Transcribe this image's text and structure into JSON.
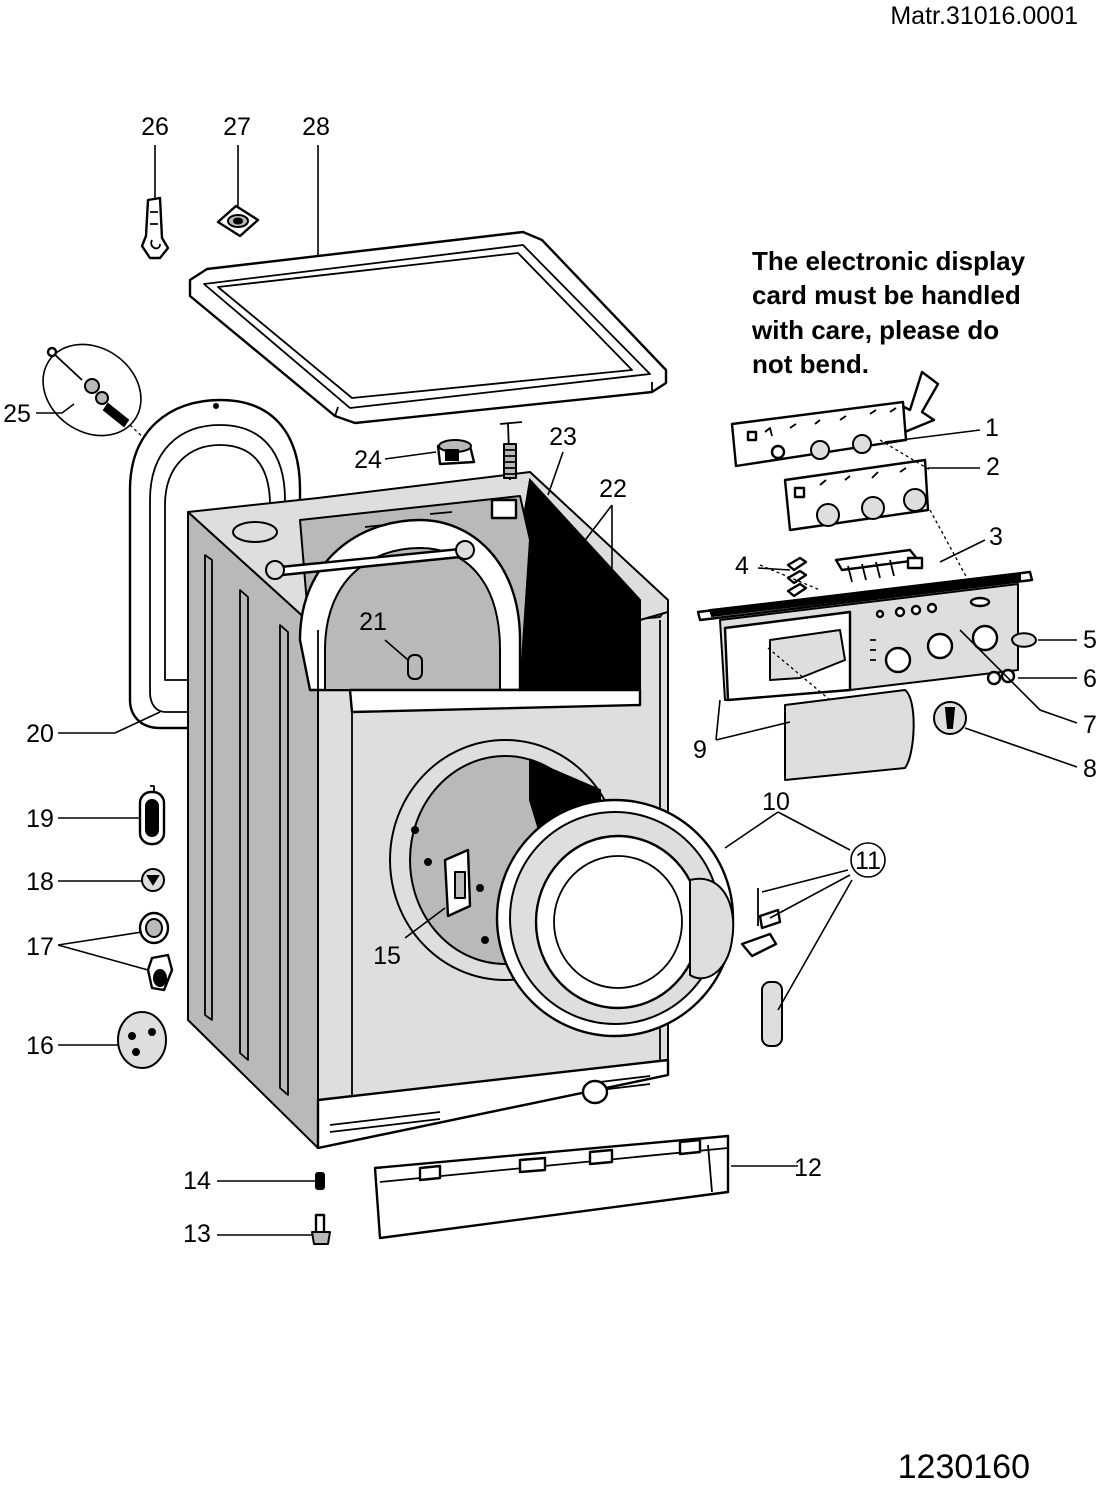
{
  "header": {
    "model_code": "Matr.31016.0001"
  },
  "footer": {
    "drawing_number": "1230160"
  },
  "notice": {
    "lines": [
      "The electronic display",
      "card must be handled",
      "with care, please do",
      "not bend."
    ]
  },
  "callouts": {
    "c1": "1",
    "c2": "2",
    "c3": "3",
    "c4": "4",
    "c5": "5",
    "c6": "6",
    "c7": "7",
    "c8": "8",
    "c9": "9",
    "c10": "10",
    "c11": "11",
    "c12": "12",
    "c13": "13",
    "c14": "14",
    "c15": "15",
    "c16": "16",
    "c17": "17",
    "c18": "18",
    "c19": "19",
    "c20": "20",
    "c21": "21",
    "c22": "22",
    "c23": "23",
    "c24": "24",
    "c25": "25",
    "c26": "26",
    "c27": "27",
    "c28": "28"
  }
}
